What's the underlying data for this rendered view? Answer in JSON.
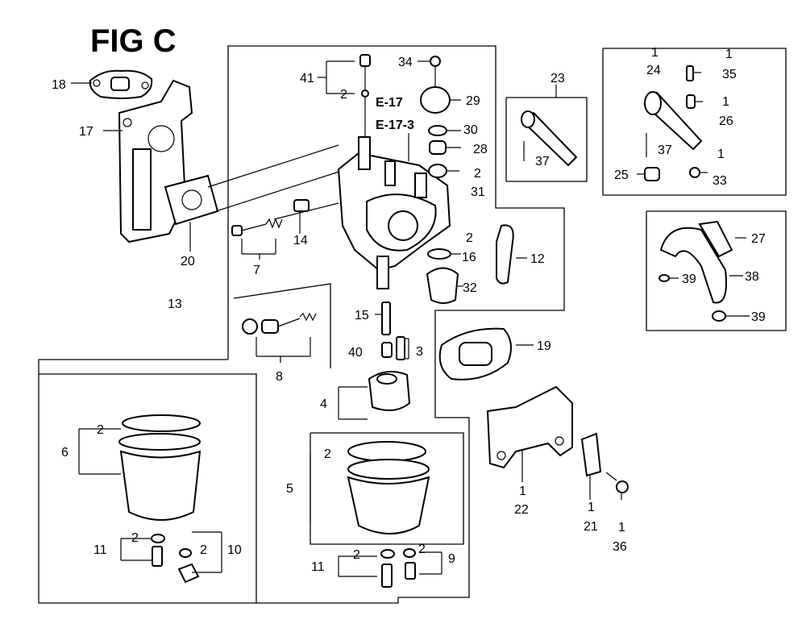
{
  "figure_title": "FIG C",
  "refs": {
    "r1": "E-17",
    "r2": "E-17-3"
  },
  "labels": {
    "n18": "18",
    "n17": "17",
    "n20": "20",
    "n7": "7",
    "n14": "14",
    "n13": "13",
    "n8": "8",
    "n41": "41",
    "n41q": "2",
    "n34": "34",
    "n29": "29",
    "n30": "30",
    "n28": "28",
    "n31": "31",
    "n31q": "2",
    "n16": "16",
    "n16q": "2",
    "n12": "12",
    "n32": "32",
    "n15": "15",
    "n40": "40",
    "n3": "3",
    "n19": "19",
    "n4": "4",
    "n23": "23",
    "n37a": "37",
    "n24q": "1",
    "n24": "24",
    "n35q": "1",
    "n35": "35",
    "n26q": "1",
    "n26": "26",
    "n37b": "37",
    "n25": "25",
    "n33q": "1",
    "n33": "33",
    "n27": "27",
    "n39a": "39",
    "n38": "38",
    "n39b": "39",
    "n6": "6",
    "n6q": "2",
    "n11a": "11",
    "n11aq": "2",
    "n10": "10",
    "n10q": "2",
    "n5": "5",
    "n5q": "2",
    "n11b": "11",
    "n11bq": "2",
    "n9": "9",
    "n9q": "2",
    "n22q": "1",
    "n22": "22",
    "n21q": "1",
    "n21": "21",
    "n36q": "1",
    "n36": "36"
  }
}
